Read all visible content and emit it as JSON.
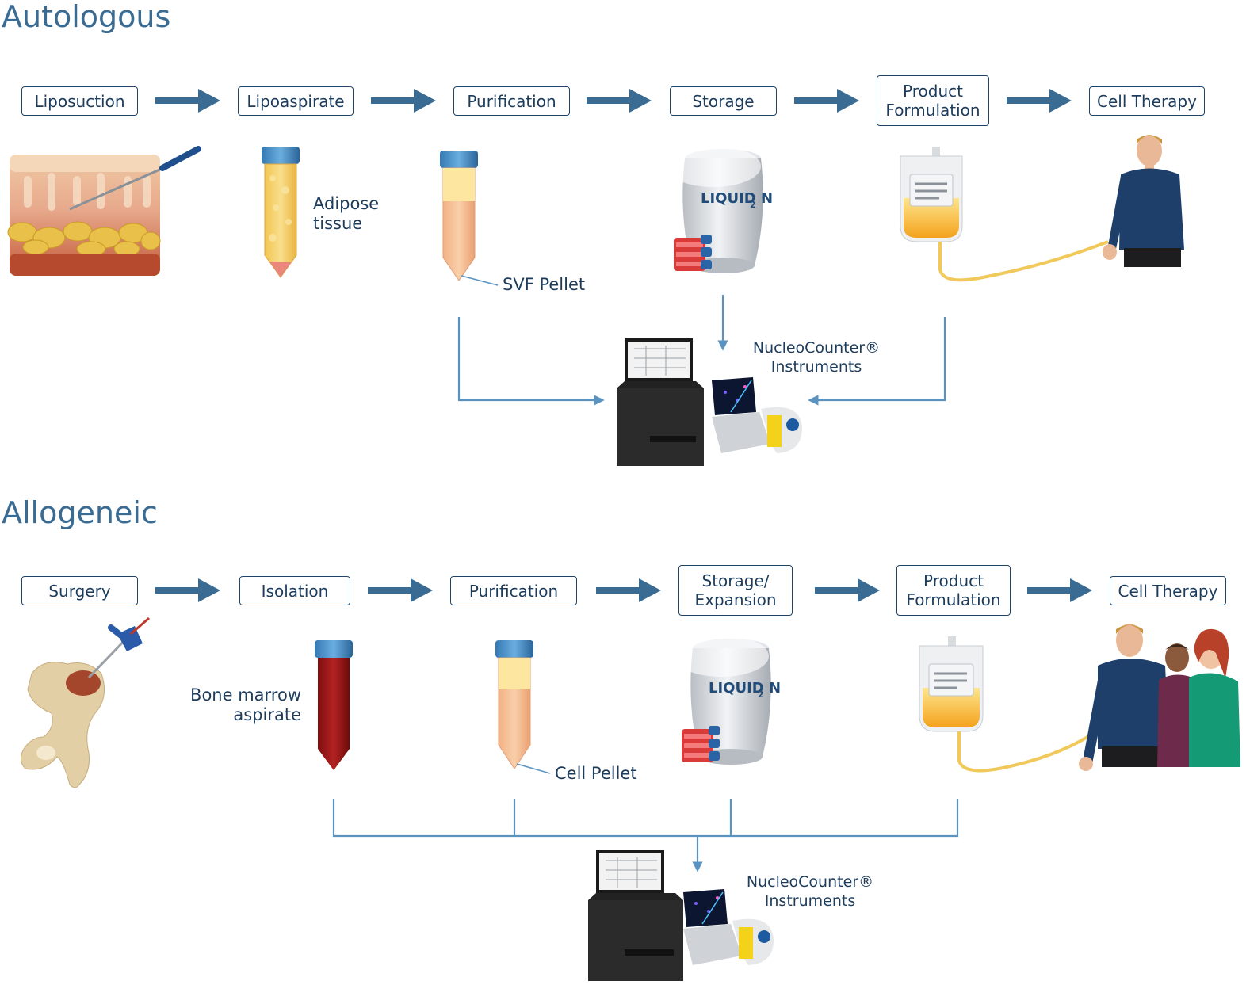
{
  "autologous": {
    "title": "Autologous",
    "steps": [
      {
        "label": "Liposuction"
      },
      {
        "label": "Lipoaspirate"
      },
      {
        "label": "Purification"
      },
      {
        "label": "Storage"
      },
      {
        "label": "Product\nFormulation"
      },
      {
        "label": "Cell Therapy"
      }
    ],
    "tube_label": "Adipose\ntissue",
    "pellet_label": "SVF Pellet",
    "instruments_label": "NucleoCounter®\nInstruments",
    "dewar_text": "LIQUID N",
    "dewar_sub": "2"
  },
  "allogeneic": {
    "title": "Allogeneic",
    "steps": [
      {
        "label": "Surgery"
      },
      {
        "label": "Isolation"
      },
      {
        "label": "Purification"
      },
      {
        "label": "Storage/\nExpansion"
      },
      {
        "label": "Product\nFormulation"
      },
      {
        "label": "Cell Therapy"
      }
    ],
    "tube_label": "Bone marrow\naspirate",
    "pellet_label": "Cell Pellet",
    "instruments_label": "NucleoCounter®\nInstruments",
    "dewar_text": "LIQUID N",
    "dewar_sub": "2"
  },
  "colors": {
    "arrow": "#3a6b92",
    "connector": "#5b93c0",
    "box_border": "#1f4468",
    "text": "#1d3c5c"
  }
}
